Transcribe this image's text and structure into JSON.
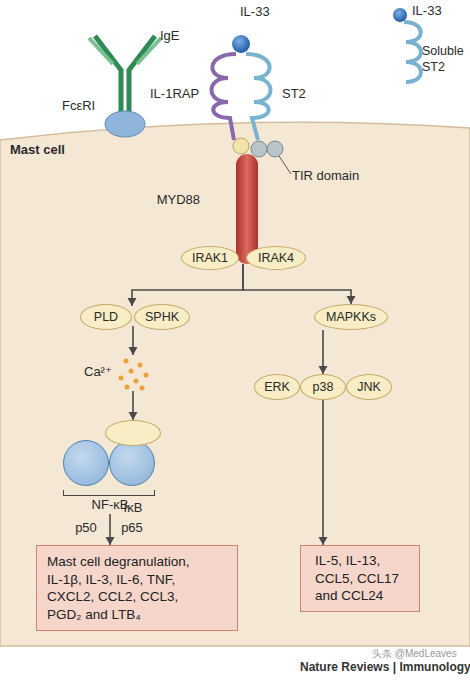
{
  "diagram": {
    "nodes": [
      {
        "text": [
          "MYD88"
        ]
      },
      {
        "text": [
          "IRAK1"
        ]
      },
      {
        "text": [
          "IRAK4"
        ]
      },
      {
        "text": [
          "PLD"
        ]
      },
      {
        "text": [
          "SPHK"
        ]
      },
      {
        "text": [
          "MAPKKs"
        ]
      },
      {
        "text": [
          "ERK"
        ]
      },
      {
        "text": [
          "p38"
        ]
      },
      {
        "text": [
          "JNK"
        ]
      },
      {
        "text": [
          "NF-κB"
        ]
      },
      {
        "text": [
          "IκB"
        ],
        "in": 9
      },
      {
        "text": [
          "p50"
        ],
        "in": 9
      },
      {
        "text": [
          "p65"
        ],
        "in": 9
      },
      {
        "text": [
          "Mast cell degranulation, IL-1β, IL-3, IL-6, TNF, CXCL2, CCL2, CCL3, PGD₂ and LTB₄"
        ]
      },
      {
        "text": [
          "IL-5, IL-13, CCL5, CCL17 and CCL24"
        ]
      }
    ],
    "edges": [
      {
        "from": 1,
        "to": 3,
        "arrow": "to"
      },
      {
        "from": 2,
        "to": 5,
        "arrow": "to"
      },
      {
        "from": 3,
        "to": 10,
        "arrow": "to"
      },
      {
        "from": 5,
        "to": 7,
        "arrow": "to"
      },
      {
        "from": 9,
        "to": 13,
        "arrow": "to"
      },
      {
        "from": 7,
        "to": 14,
        "arrow": "to"
      }
    ],
    "labels": [
      "IgE",
      "FcεRI",
      "IL-33",
      "IL-1RAP",
      "ST2",
      "IL-33",
      "Soluble ST2",
      "Mast cell",
      "TIR domain",
      "Ca²⁺",
      "Nature Reviews | Immunology",
      "头条 @MedLeaves"
    ]
  }
}
